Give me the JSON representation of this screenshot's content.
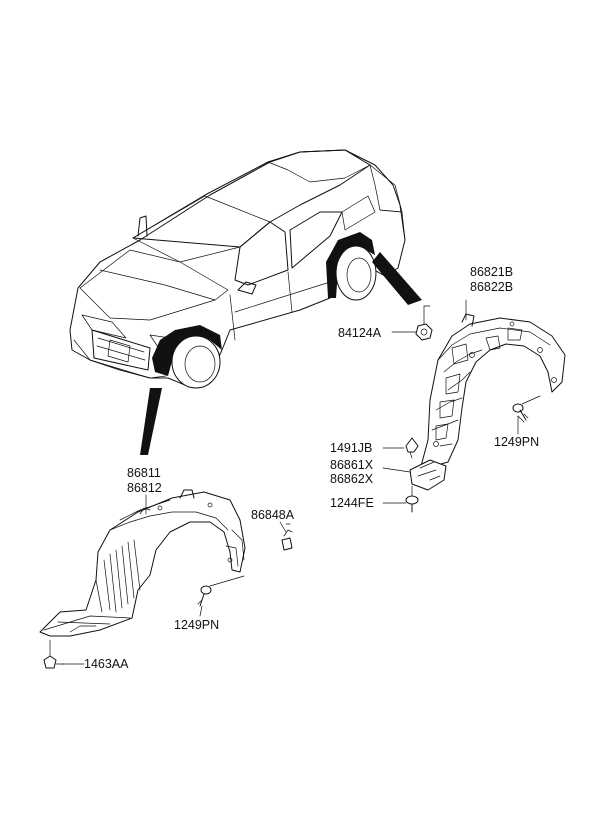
{
  "callouts": {
    "rear_upper": "86821B",
    "rear_lower": "86822B",
    "rear_nut": "84124A",
    "rear_screw": "1249PN",
    "rear_clip": "1491JB",
    "rear_bracket_upper": "86861X",
    "rear_bracket_lower": "86862X",
    "rear_bolt": "1244FE",
    "front_upper": "86811",
    "front_lower": "86812",
    "front_clip": "86848A",
    "front_screw": "1249PN",
    "front_nut": "1463AA"
  },
  "colors": {
    "line": "#111111",
    "background": "#ffffff"
  }
}
